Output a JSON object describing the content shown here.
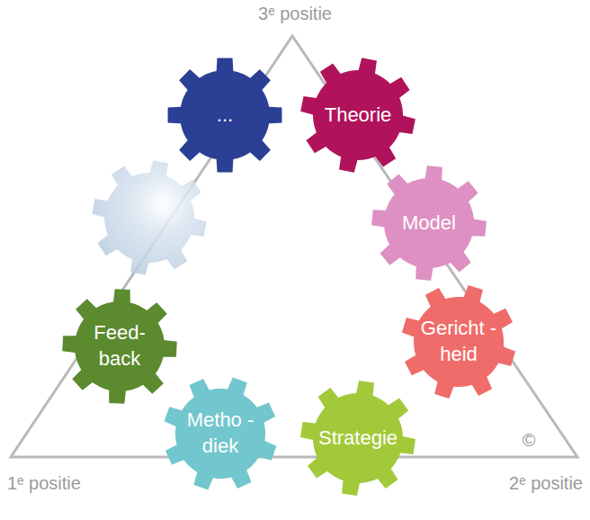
{
  "diagram": {
    "nodes": [
      {
        "text": [
          "..."
        ]
      },
      {
        "text": [
          "Theorie"
        ]
      },
      {
        "text": [
          "Model"
        ]
      },
      {
        "text": [
          "Gericht - heid"
        ]
      },
      {
        "text": [
          "Strategie"
        ]
      },
      {
        "text": [
          "Metho - diek"
        ]
      },
      {
        "text": [
          "Feed- back"
        ]
      }
    ],
    "labels": [
      "3ᵉ positie",
      "1ᵉ positie",
      "2ᵉ positie",
      "©"
    ]
  }
}
